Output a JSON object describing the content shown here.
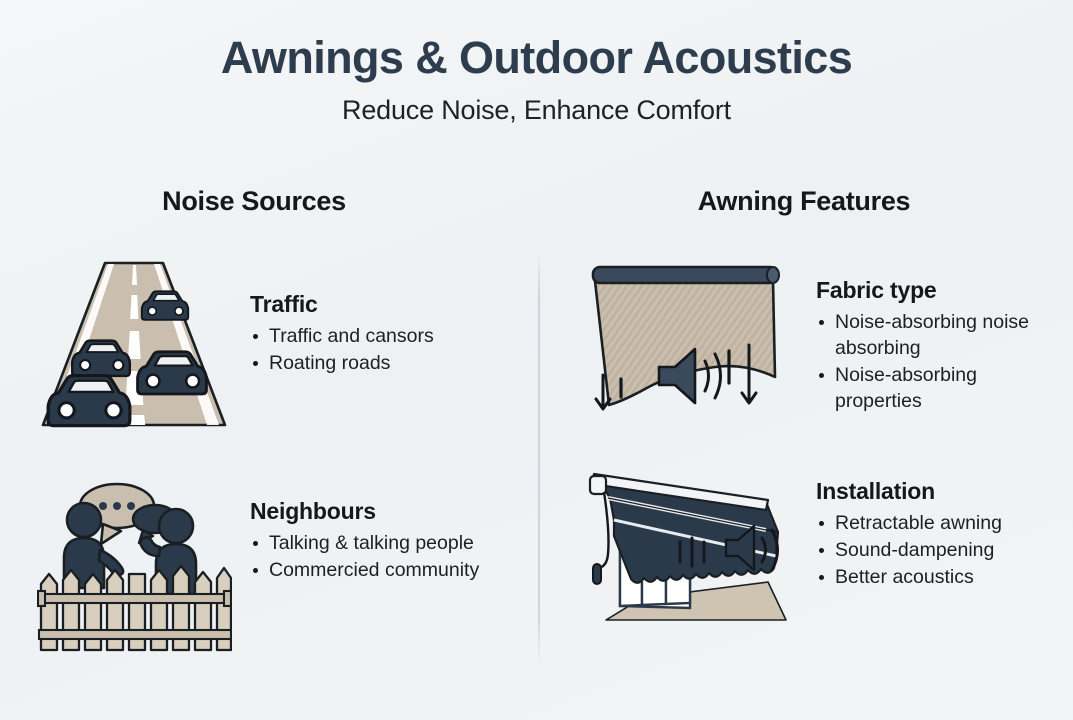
{
  "header": {
    "title": "Awnings & Outdoor Acoustics",
    "subtitle": "Reduce Noise, Enhance Comfort"
  },
  "colors": {
    "background": "#f1f3f5",
    "title": "#2e3d4d",
    "text": "#14181c",
    "navy": "#2b3a4a",
    "tan": "#cabfae",
    "tan_light": "#d9cfbe",
    "outline": "#1a1f24",
    "divider": "#c7ced5"
  },
  "columns": [
    {
      "heading": "Noise Sources",
      "features": [
        {
          "icon": "road-traffic-icon",
          "title": "Traffic",
          "bullets": [
            "Traffic and cansors",
            "Roating roads"
          ]
        },
        {
          "icon": "neighbours-fence-icon",
          "title": "Neighbours",
          "bullets": [
            "Talking & talking people",
            "Commercied community"
          ]
        }
      ]
    },
    {
      "heading": "Awning Features",
      "features": [
        {
          "icon": "fabric-roll-acoustic-icon",
          "title": "Fabric type",
          "bullets": [
            "Noise-absorbing noise absorbing",
            "Noise-absorbing properties"
          ]
        },
        {
          "icon": "retractable-awning-icon",
          "title": "Installation",
          "bullets": [
            "Retractable awning",
            "Sound-dampening",
            "Better acoustics"
          ]
        }
      ]
    }
  ]
}
